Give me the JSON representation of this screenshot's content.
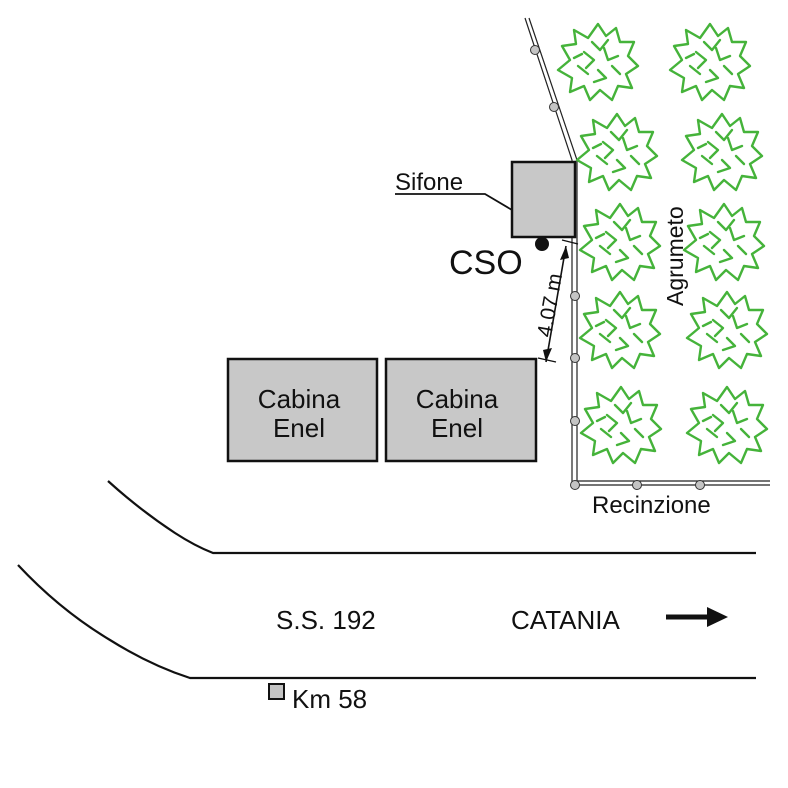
{
  "labels": {
    "sifone": "Sifone",
    "cso": "CSO",
    "distance": "4.07 m",
    "agrumeto": "Agrumeto",
    "recinzione": "Recinzione",
    "cabina_1": [
      "Cabina",
      "Enel"
    ],
    "cabina_2": [
      "Cabina",
      "Enel"
    ],
    "road_name": "S.S. 192",
    "direction": "CATANIA",
    "km_marker": "Km 58"
  },
  "colors": {
    "tree_green": "#45b33a",
    "building_fill": "#c8c8c8",
    "line": "#111111"
  },
  "icons": {
    "direction_arrow": "arrow-right-icon",
    "tree": "citrus-tree-icon",
    "km_marker": "square-marker-icon"
  }
}
